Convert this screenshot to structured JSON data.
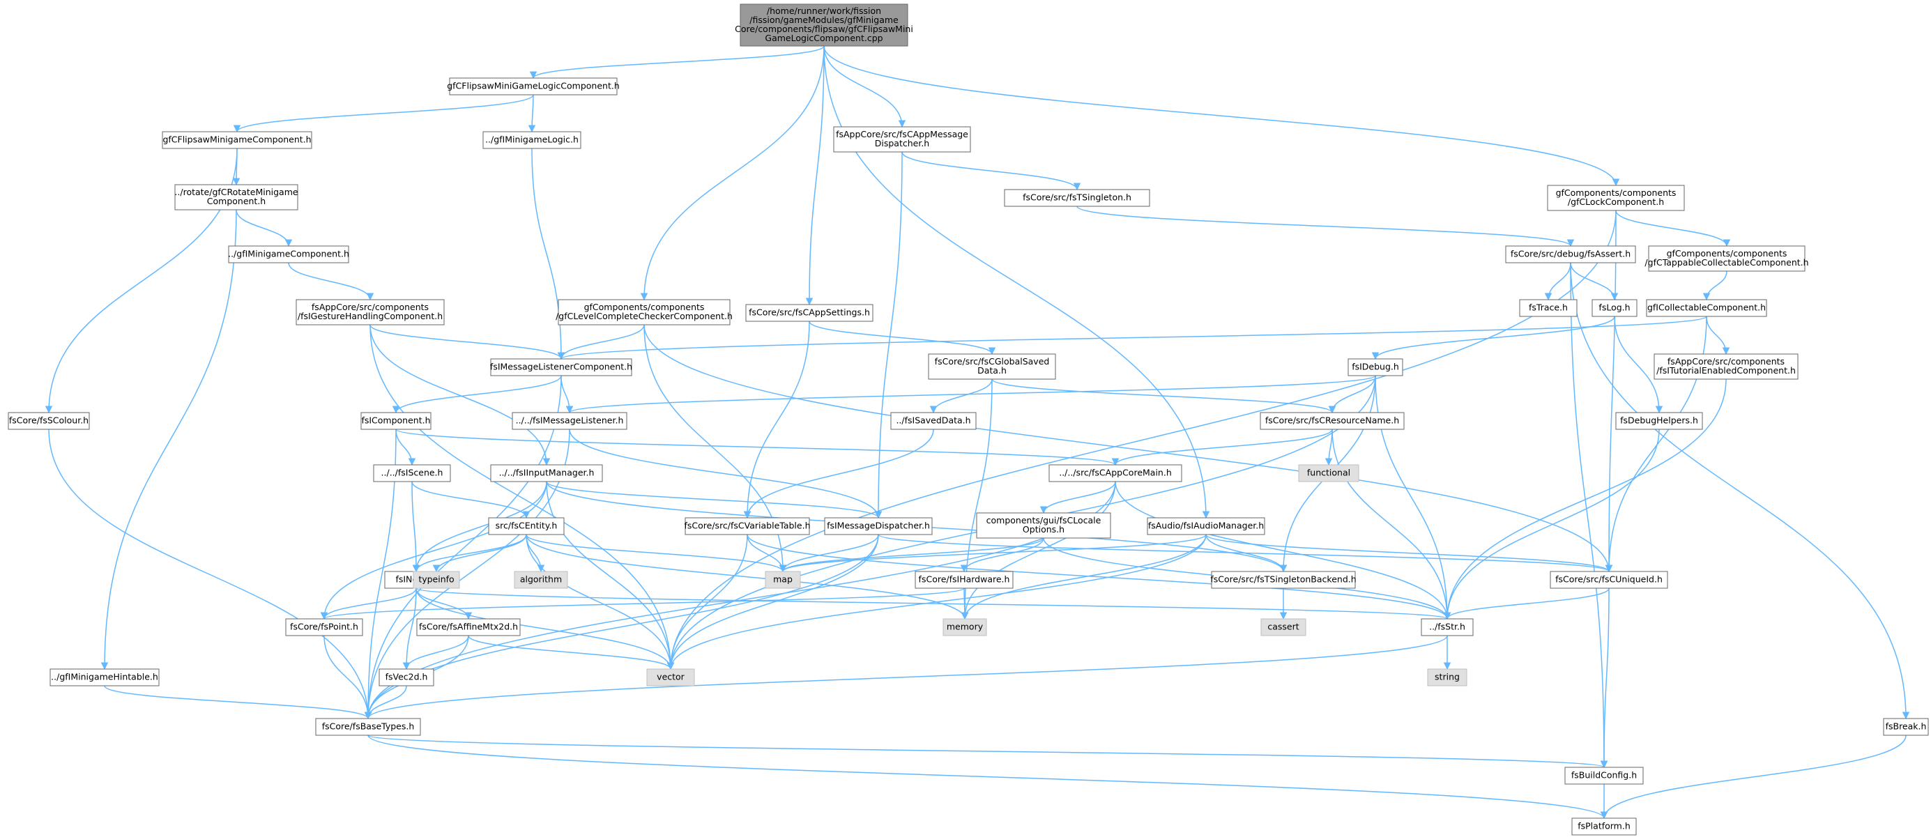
{
  "colors": {
    "edge": "#63b8ff",
    "node_fill": "#ffffff",
    "node_stroke": "#666666",
    "root_fill": "#999999",
    "system_fill": "#e0e0e0",
    "system_stroke": "#bfbfbf"
  },
  "nodes": [
    {
      "id": "root",
      "lines": [
        "/home/runner/work/fission",
        "/fission/gameModules/gfMinigame",
        "Core/components/flipsaw/gfCFlipsawMini",
        "GameLogicComponent.cpp"
      ],
      "kind": "root"
    },
    {
      "id": "logic_comp",
      "lines": [
        "gfCFlipsawMiniGameLogicComponent.h"
      ],
      "kind": "header"
    },
    {
      "id": "minigame_comp",
      "lines": [
        "gfCFlipsawMinigameComponent.h"
      ],
      "kind": "header"
    },
    {
      "id": "minigame_logic",
      "lines": [
        "../gfIMinigameLogic.h"
      ],
      "kind": "header"
    },
    {
      "id": "rotate",
      "lines": [
        "../rotate/gfCRotateMinigame",
        "Component.h"
      ],
      "kind": "header"
    },
    {
      "id": "iminigame_comp",
      "lines": [
        "../gfIMinigameComponent.h"
      ],
      "kind": "header"
    },
    {
      "id": "gesture",
      "lines": [
        "fsAppCore/src/components",
        "/fsIGestureHandlingComponent.h"
      ],
      "kind": "header"
    },
    {
      "id": "app_msg_disp",
      "lines": [
        "fsAppCore/src/fsCAppMessage",
        "Dispatcher.h"
      ],
      "kind": "header"
    },
    {
      "id": "singleton",
      "lines": [
        "fsCore/src/fsTSingleton.h"
      ],
      "kind": "header"
    },
    {
      "id": "lock_comp",
      "lines": [
        "gfComponents/components",
        "/gfCLockComponent.h"
      ],
      "kind": "header"
    },
    {
      "id": "level_complete",
      "lines": [
        "gfComponents/components",
        "/gfCLevelCompleteCheckerComponent.h"
      ],
      "kind": "header"
    },
    {
      "id": "app_settings",
      "lines": [
        "fsCore/src/fsCAppSettings.h"
      ],
      "kind": "header"
    },
    {
      "id": "tappable",
      "lines": [
        "gfComponents/components",
        "/gfCTappableCollectableComponent.h"
      ],
      "kind": "header"
    },
    {
      "id": "fsassert",
      "lines": [
        "fsCore/src/debug/fsAssert.h"
      ],
      "kind": "header"
    },
    {
      "id": "fstrace",
      "lines": [
        "fsTrace.h"
      ],
      "kind": "header"
    },
    {
      "id": "fslog",
      "lines": [
        "fsLog.h"
      ],
      "kind": "header"
    },
    {
      "id": "collectable",
      "lines": [
        "gfICollectableComponent.h"
      ],
      "kind": "header"
    },
    {
      "id": "global_saved",
      "lines": [
        "fsCore/src/fsCGlobalSaved",
        "Data.h"
      ],
      "kind": "header"
    },
    {
      "id": "msg_listener_comp",
      "lines": [
        "fsIMessageListenerComponent.h"
      ],
      "kind": "header"
    },
    {
      "id": "fsdebug",
      "lines": [
        "fsIDebug.h"
      ],
      "kind": "header"
    },
    {
      "id": "tutorial",
      "lines": [
        "fsAppCore/src/components",
        "/fsITutorialEnabledComponent.h"
      ],
      "kind": "header"
    },
    {
      "id": "fscolour",
      "lines": [
        "fsCore/fsSColour.h"
      ],
      "kind": "header"
    },
    {
      "id": "icomponent",
      "lines": [
        "fsIComponent.h"
      ],
      "kind": "header"
    },
    {
      "id": "imsg_listener",
      "lines": [
        "../../fsIMessageListener.h"
      ],
      "kind": "header"
    },
    {
      "id": "isaved",
      "lines": [
        "../fsISavedData.h"
      ],
      "kind": "header"
    },
    {
      "id": "resource_name",
      "lines": [
        "fsCore/src/fsCResourceName.h"
      ],
      "kind": "header"
    },
    {
      "id": "debug_helpers",
      "lines": [
        "fsDebugHelpers.h"
      ],
      "kind": "header"
    },
    {
      "id": "iscene",
      "lines": [
        "../../fsIScene.h"
      ],
      "kind": "header"
    },
    {
      "id": "input_mgr",
      "lines": [
        "../../fsIInputManager.h"
      ],
      "kind": "header"
    },
    {
      "id": "app_core_main",
      "lines": [
        "../../src/fsCAppCoreMain.h"
      ],
      "kind": "header"
    },
    {
      "id": "functional",
      "lines": [
        "functional"
      ],
      "kind": "system"
    },
    {
      "id": "entity",
      "lines": [
        "src/fsCEntity.h"
      ],
      "kind": "header"
    },
    {
      "id": "var_table",
      "lines": [
        "fsCore/src/fsCVariableTable.h"
      ],
      "kind": "header"
    },
    {
      "id": "msg_dispatcher",
      "lines": [
        "fsIMessageDispatcher.h"
      ],
      "kind": "header"
    },
    {
      "id": "locale",
      "lines": [
        "components/gui/fsCLocale",
        "Options.h"
      ],
      "kind": "header"
    },
    {
      "id": "audio_mgr",
      "lines": [
        "fsAudio/fsIAudioManager.h"
      ],
      "kind": "header"
    },
    {
      "id": "inode",
      "lines": [
        "fsINode.h"
      ],
      "kind": "header"
    },
    {
      "id": "typeinfo",
      "lines": [
        "typeinfo"
      ],
      "kind": "system"
    },
    {
      "id": "algorithm",
      "lines": [
        "algorithm"
      ],
      "kind": "system"
    },
    {
      "id": "map",
      "lines": [
        "map"
      ],
      "kind": "system"
    },
    {
      "id": "hardware",
      "lines": [
        "fsCore/fsIHardware.h"
      ],
      "kind": "header"
    },
    {
      "id": "singleton_backend",
      "lines": [
        "fsCore/src/fsTSingletonBackend.h"
      ],
      "kind": "header"
    },
    {
      "id": "unique_id",
      "lines": [
        "fsCore/src/fsCUniqueId.h"
      ],
      "kind": "header"
    },
    {
      "id": "point",
      "lines": [
        "fsCore/fsPoint.h"
      ],
      "kind": "header"
    },
    {
      "id": "affine",
      "lines": [
        "fsCore/fsAffineMtx2d.h"
      ],
      "kind": "header"
    },
    {
      "id": "memory",
      "lines": [
        "memory"
      ],
      "kind": "system"
    },
    {
      "id": "fsstr",
      "lines": [
        "../fsStr.h"
      ],
      "kind": "header"
    },
    {
      "id": "cassert",
      "lines": [
        "cassert"
      ],
      "kind": "system"
    },
    {
      "id": "vec2d",
      "lines": [
        "fsVec2d.h"
      ],
      "kind": "header"
    },
    {
      "id": "vector",
      "lines": [
        "vector"
      ],
      "kind": "system"
    },
    {
      "id": "string",
      "lines": [
        "string"
      ],
      "kind": "system"
    },
    {
      "id": "hintable",
      "lines": [
        "../gfIMinigameHintable.h"
      ],
      "kind": "header"
    },
    {
      "id": "base_types",
      "lines": [
        "fsCore/fsBaseTypes.h"
      ],
      "kind": "header"
    },
    {
      "id": "fsbreak",
      "lines": [
        "fsBreak.h"
      ],
      "kind": "header"
    },
    {
      "id": "build_config",
      "lines": [
        "fsBuildConfig.h"
      ],
      "kind": "header"
    },
    {
      "id": "platform",
      "lines": [
        "fsPlatform.h"
      ],
      "kind": "header"
    }
  ],
  "edges": [
    [
      "root",
      "logic_comp"
    ],
    [
      "root",
      "level_complete"
    ],
    [
      "root",
      "app_settings"
    ],
    [
      "root",
      "app_msg_disp"
    ],
    [
      "root",
      "audio_mgr"
    ],
    [
      "root",
      "lock_comp"
    ],
    [
      "logic_comp",
      "minigame_comp"
    ],
    [
      "logic_comp",
      "minigame_logic"
    ],
    [
      "minigame_comp",
      "fscolour"
    ],
    [
      "minigame_comp",
      "rotate"
    ],
    [
      "minigame_logic",
      "msg_listener_comp"
    ],
    [
      "rotate",
      "iminigame_comp"
    ],
    [
      "rotate",
      "hintable"
    ],
    [
      "iminigame_comp",
      "gesture"
    ],
    [
      "gesture",
      "msg_listener_comp"
    ],
    [
      "gesture",
      "input_mgr"
    ],
    [
      "gesture",
      "vector"
    ],
    [
      "app_msg_disp",
      "singleton"
    ],
    [
      "app_msg_disp",
      "msg_dispatcher"
    ],
    [
      "singleton",
      "fsassert"
    ],
    [
      "lock_comp",
      "tappable"
    ],
    [
      "lock_comp",
      "unique_id"
    ],
    [
      "lock_comp",
      "vector"
    ],
    [
      "level_complete",
      "msg_listener_comp"
    ],
    [
      "level_complete",
      "map"
    ],
    [
      "level_complete",
      "unique_id"
    ],
    [
      "app_settings",
      "global_saved"
    ],
    [
      "app_settings",
      "var_table"
    ],
    [
      "tappable",
      "collectable"
    ],
    [
      "fsassert",
      "fstrace"
    ],
    [
      "fsassert",
      "fslog"
    ],
    [
      "fsassert",
      "fsbreak"
    ],
    [
      "fsassert",
      "build_config"
    ],
    [
      "fslog",
      "fsdebug"
    ],
    [
      "fslog",
      "debug_helpers"
    ],
    [
      "collectable",
      "msg_listener_comp"
    ],
    [
      "collectable",
      "tutorial"
    ],
    [
      "collectable",
      "unique_id"
    ],
    [
      "global_saved",
      "isaved"
    ],
    [
      "global_saved",
      "resource_name"
    ],
    [
      "global_saved",
      "memory"
    ],
    [
      "msg_listener_comp",
      "icomponent"
    ],
    [
      "msg_listener_comp",
      "imsg_listener"
    ],
    [
      "msg_listener_comp",
      "base_types"
    ],
    [
      "fsdebug",
      "imsg_listener"
    ],
    [
      "fsdebug",
      "resource_name"
    ],
    [
      "fsdebug",
      "singleton_backend"
    ],
    [
      "fsdebug",
      "fsstr"
    ],
    [
      "fsdebug",
      "vector"
    ],
    [
      "tutorial",
      "fsstr"
    ],
    [
      "fscolour",
      "base_types"
    ],
    [
      "icomponent",
      "iscene"
    ],
    [
      "icomponent",
      "app_core_main"
    ],
    [
      "icomponent",
      "base_types"
    ],
    [
      "imsg_listener",
      "msg_dispatcher"
    ],
    [
      "imsg_listener",
      "base_types"
    ],
    [
      "isaved",
      "var_table"
    ],
    [
      "resource_name",
      "app_core_main"
    ],
    [
      "resource_name",
      "functional"
    ],
    [
      "resource_name",
      "fsstr"
    ],
    [
      "debug_helpers",
      "fsstr"
    ],
    [
      "iscene",
      "entity"
    ],
    [
      "iscene",
      "inode"
    ],
    [
      "input_mgr",
      "inode"
    ],
    [
      "input_mgr",
      "point"
    ],
    [
      "input_mgr",
      "msg_dispatcher"
    ],
    [
      "input_mgr",
      "singleton_backend"
    ],
    [
      "input_mgr",
      "vector"
    ],
    [
      "app_core_main",
      "locale"
    ],
    [
      "app_core_main",
      "memory"
    ],
    [
      "app_core_main",
      "fsstr"
    ],
    [
      "app_core_main",
      "base_types"
    ],
    [
      "entity",
      "inode"
    ],
    [
      "entity",
      "typeinfo"
    ],
    [
      "entity",
      "algorithm"
    ],
    [
      "entity",
      "map"
    ],
    [
      "entity",
      "memory"
    ],
    [
      "entity",
      "vector"
    ],
    [
      "var_table",
      "map"
    ],
    [
      "var_table",
      "fsstr"
    ],
    [
      "var_table",
      "vector"
    ],
    [
      "msg_dispatcher",
      "map"
    ],
    [
      "msg_dispatcher",
      "unique_id"
    ],
    [
      "msg_dispatcher",
      "vector"
    ],
    [
      "msg_dispatcher",
      "base_types"
    ],
    [
      "locale",
      "hardware"
    ],
    [
      "locale",
      "map"
    ],
    [
      "locale",
      "fsstr"
    ],
    [
      "audio_mgr",
      "singleton_backend"
    ],
    [
      "audio_mgr",
      "unique_id"
    ],
    [
      "audio_mgr",
      "memory"
    ],
    [
      "audio_mgr",
      "map"
    ],
    [
      "audio_mgr",
      "vector"
    ],
    [
      "inode",
      "point"
    ],
    [
      "inode",
      "affine"
    ],
    [
      "inode",
      "vec2d"
    ],
    [
      "inode",
      "vector"
    ],
    [
      "inode",
      "fsstr"
    ],
    [
      "hardware",
      "point"
    ],
    [
      "hardware",
      "memory"
    ],
    [
      "singleton_backend",
      "cassert"
    ],
    [
      "unique_id",
      "fsstr"
    ],
    [
      "unique_id",
      "build_config"
    ],
    [
      "point",
      "base_types"
    ],
    [
      "affine",
      "vec2d"
    ],
    [
      "affine",
      "base_types"
    ],
    [
      "affine",
      "vector"
    ],
    [
      "fsstr",
      "string"
    ],
    [
      "fsstr",
      "base_types"
    ],
    [
      "vec2d",
      "base_types"
    ],
    [
      "hintable",
      "base_types"
    ],
    [
      "base_types",
      "build_config"
    ],
    [
      "base_types",
      "platform"
    ],
    [
      "fsbreak",
      "platform"
    ],
    [
      "build_config",
      "platform"
    ]
  ]
}
